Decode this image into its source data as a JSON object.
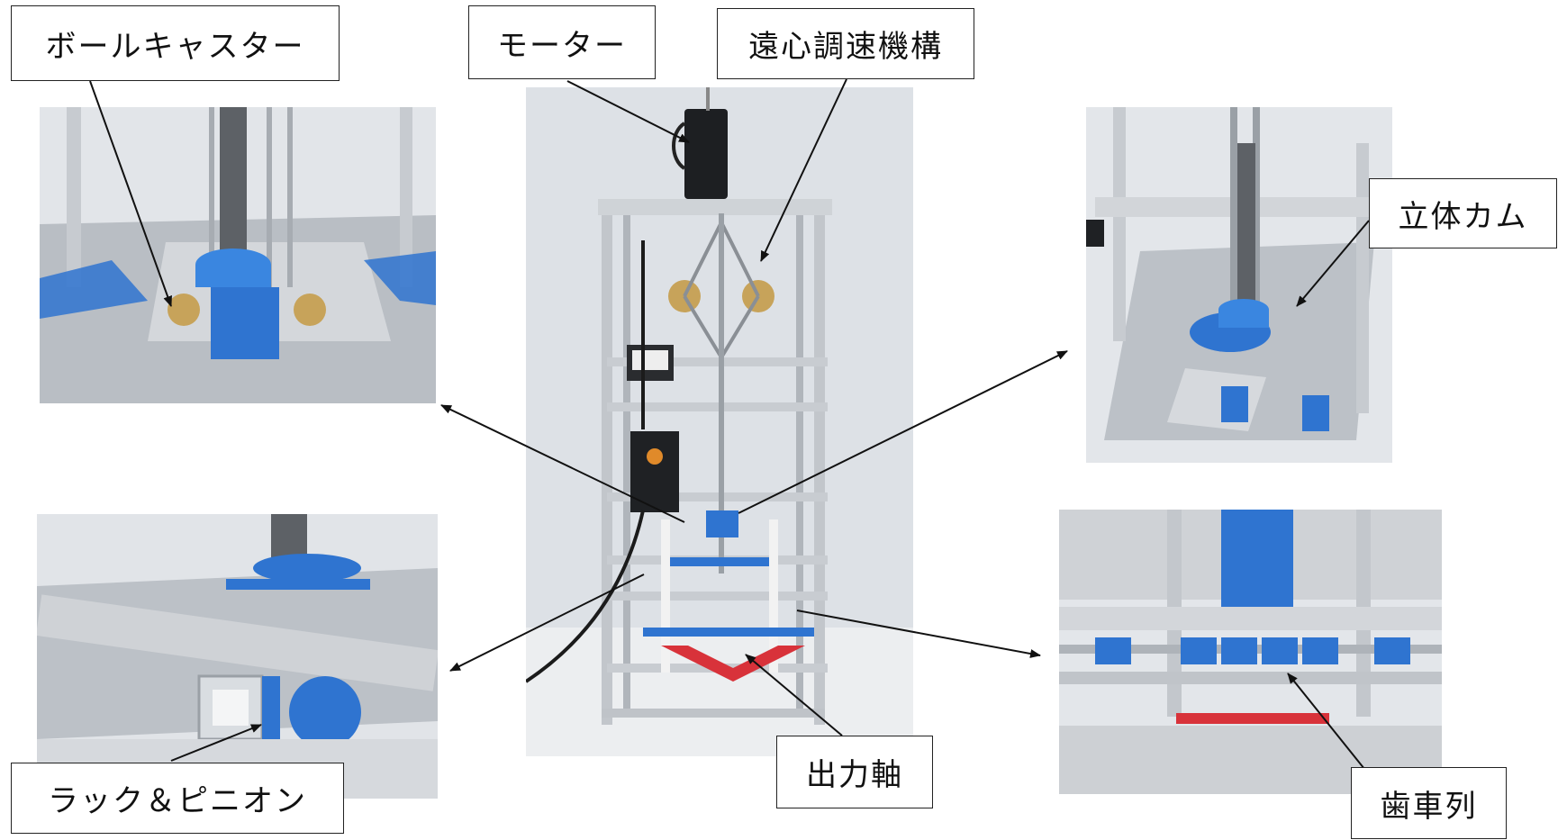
{
  "labels": {
    "ball_caster": "ボールキャスター",
    "motor": "モーター",
    "centrifugal_governor": "遠心調速機構",
    "spatial_cam": "立体カム",
    "rack_pinion": "ラック＆ピニオン",
    "output_shaft": "出力軸",
    "gear_train": "歯車列"
  },
  "colors": {
    "frame": "#c9ccd0",
    "aluminum": "#b7bcc2",
    "blue_part": "#2f74d0",
    "red_part": "#d8323a",
    "brass": "#c7a35a",
    "background_wall": "#dfe3e7",
    "arrow": "#111111"
  }
}
